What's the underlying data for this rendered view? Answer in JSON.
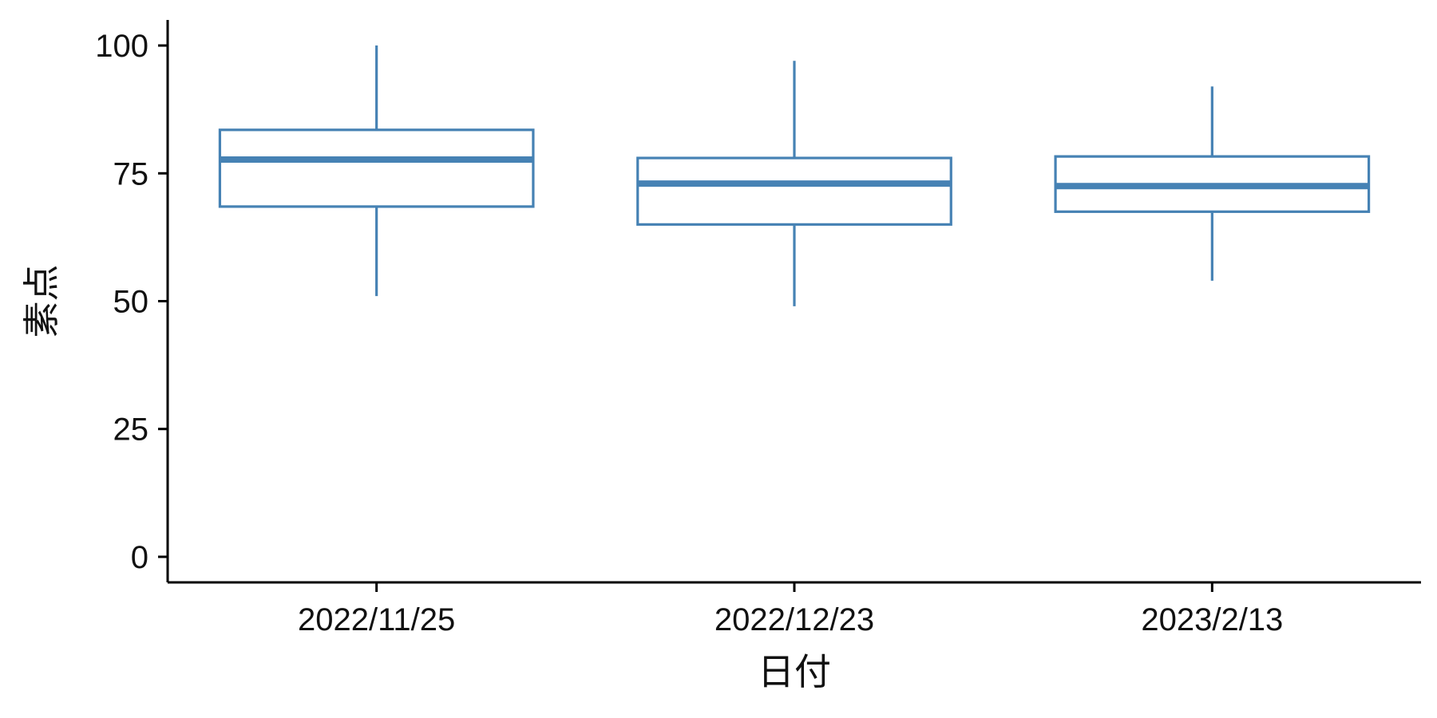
{
  "chart_data": {
    "type": "box",
    "title": "",
    "xlabel": "日付",
    "ylabel": "素点",
    "categories": [
      "2022/11/25",
      "2022/12/23",
      "2023/2/13"
    ],
    "ylim": [
      -5,
      105
    ],
    "yticks": [
      0,
      25,
      50,
      75,
      100
    ],
    "grid": false,
    "series": [
      {
        "color": "#4682b4",
        "boxes": [
          {
            "category": "2022/11/25",
            "min": 51,
            "q1": 68.5,
            "median": 77.7,
            "q3": 83.5,
            "max": 100
          },
          {
            "category": "2022/12/23",
            "min": 49,
            "q1": 65,
            "median": 73,
            "q3": 78,
            "max": 97
          },
          {
            "category": "2023/2/13",
            "min": 54,
            "q1": 67.5,
            "median": 72.5,
            "q3": 78.3,
            "max": 92
          }
        ]
      }
    ]
  }
}
